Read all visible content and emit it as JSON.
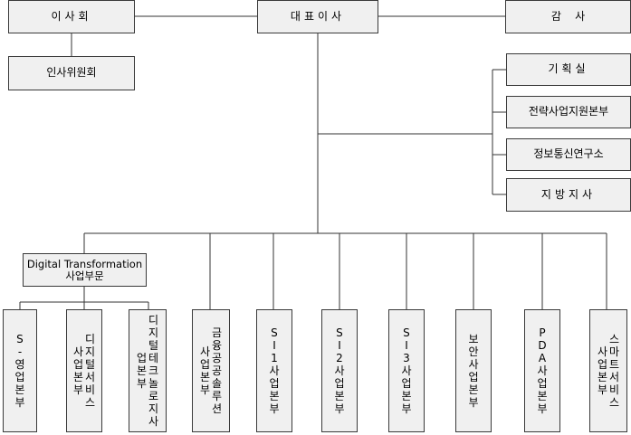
{
  "top": {
    "board": "이사회",
    "ceo": "대표이사",
    "auditor": "감    사",
    "hr_committee": "인사위원회"
  },
  "staff": [
    "기획실",
    "전략사업지원본부",
    "정보통신연구소",
    "지방지사"
  ],
  "division": {
    "line1": "Digital Transformation",
    "line2": "사업부문"
  },
  "units": [
    [
      "S-영업본부"
    ],
    [
      "디지털서비스",
      "사업본부"
    ],
    [
      "디지털테크놀로지사",
      "업본부"
    ],
    [
      "금융공공솔루션",
      "사업본부"
    ],
    [
      "SI1사업본부"
    ],
    [
      "SI2사업본부"
    ],
    [
      "SI3사업본부"
    ],
    [
      "보안사업본부"
    ],
    [
      "PDA사업본부"
    ],
    [
      "스마트서비스",
      "사업본부"
    ]
  ]
}
